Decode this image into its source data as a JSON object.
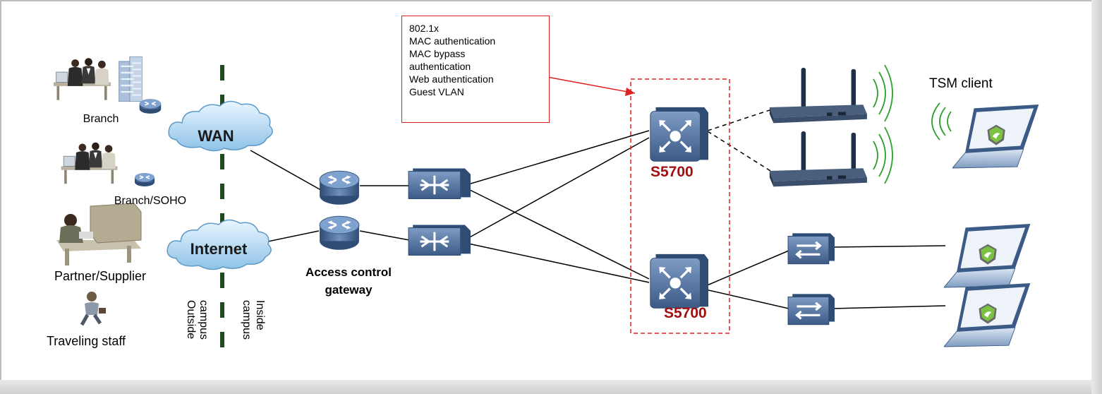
{
  "remote_sites": {
    "branch": "Branch",
    "branch_soho": "Branch/SOHO",
    "partner": "Partner/Supplier",
    "traveling": "Traveling staff"
  },
  "clouds": {
    "wan": "WAN",
    "internet": "Internet"
  },
  "boundary": {
    "outside": [
      "Outside",
      "campus"
    ],
    "inside": [
      "Inside",
      "campus"
    ]
  },
  "gateway_label": [
    "Access control",
    "gateway"
  ],
  "switch_labels": {
    "top": "S5700",
    "bottom": "S5700"
  },
  "tsm_label": "TSM client",
  "auth_methods": [
    "802.1x",
    "MAC authentication",
    "MAC bypass",
    "authentication",
    "Web authentication",
    "Guest VLAN"
  ],
  "colors": {
    "switch_label": "#a01010",
    "callout_border": "#e02020",
    "boundary_line": "#1f4a1f",
    "wireless_wave": "#2aa02a",
    "device_blue": "#4a6b96"
  }
}
